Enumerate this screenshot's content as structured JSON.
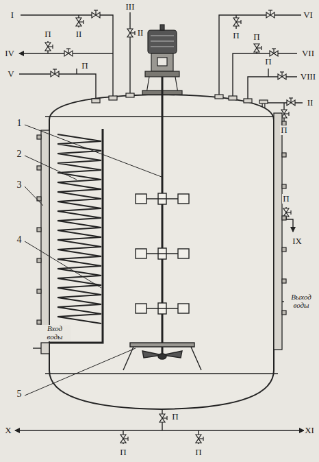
{
  "diagram": {
    "labels": [
      "I",
      "II",
      "III",
      "II",
      "IV",
      "П",
      "V",
      "П",
      "VI",
      "П",
      "VII",
      "П",
      "VIII",
      "П",
      "II",
      "П",
      "П",
      "IX",
      "Выход воды",
      "Вход воды",
      "1",
      "2",
      "3",
      "4",
      "5",
      "П",
      "X",
      "XI",
      "П",
      "П"
    ]
  }
}
